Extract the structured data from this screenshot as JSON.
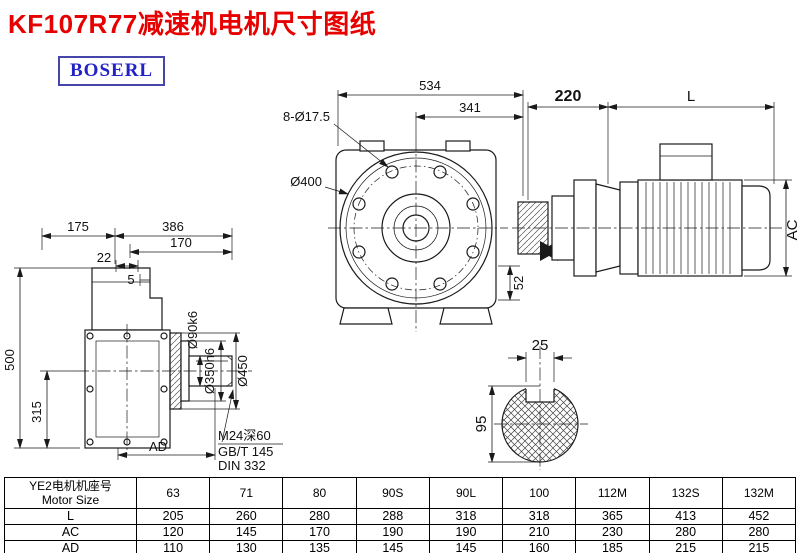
{
  "header": {
    "title": "KF107R77减速机电机尺寸图纸",
    "logo": "BOSERL"
  },
  "colors": {
    "title_red": "#e60000",
    "logo_blue": "#2222c8",
    "line_black": "#1a1a1a"
  },
  "drawing": {
    "front_view": {
      "dim_534": "534",
      "dim_341": "341",
      "holes_label": "8-Ø17.5",
      "flange_label": "Ø400",
      "dim_52": "52"
    },
    "motor_view": {
      "dim_220": "220",
      "dim_L": "L",
      "dim_AC": "AC"
    },
    "side_view": {
      "dim_175": "175",
      "dim_386": "386",
      "dim_170": "170",
      "dim_22": "22",
      "dim_5": "5",
      "dim_500": "500",
      "dim_315": "315",
      "shaft_dia": "Ø90k6",
      "spigot_dia": "Ø350h6",
      "flange_dia": "Ø450",
      "dim_AD": "AD",
      "thread_note": "M24深60",
      "standard_gb": "GB/T 145",
      "standard_din": "DIN 332"
    },
    "shaft_section": {
      "dim_25": "25",
      "dim_95": "95"
    }
  },
  "table": {
    "col0_line1": "YE2电机机座号",
    "col0_line2": "Motor Size",
    "sizes": [
      "63",
      "71",
      "80",
      "90S",
      "90L",
      "100",
      "112M",
      "132S",
      "132M"
    ],
    "rows": [
      {
        "label": "L",
        "values": [
          "205",
          "260",
          "280",
          "288",
          "318",
          "318",
          "365",
          "413",
          "452"
        ]
      },
      {
        "label": "AC",
        "values": [
          "120",
          "145",
          "170",
          "190",
          "190",
          "210",
          "230",
          "280",
          "280"
        ]
      },
      {
        "label": "AD",
        "values": [
          "110",
          "130",
          "135",
          "145",
          "145",
          "160",
          "185",
          "215",
          "215"
        ]
      }
    ]
  }
}
